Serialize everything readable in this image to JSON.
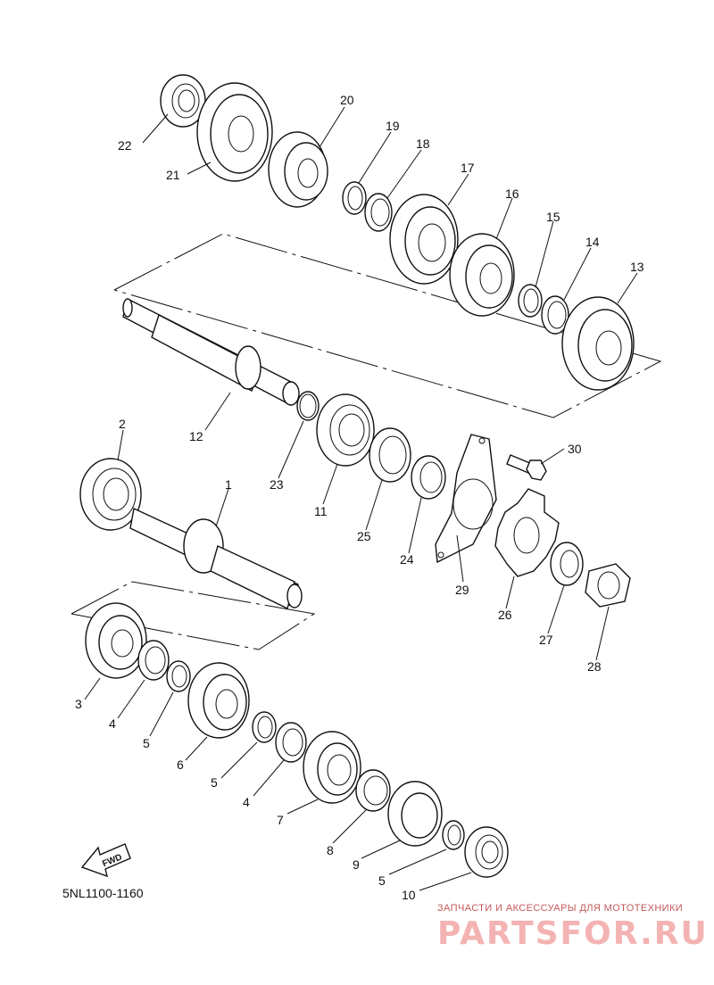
{
  "diagram": {
    "code": "5NL1100-1160",
    "direction_label": "FWD",
    "watermark": {
      "tagline": "ЗАПЧАСТИ И АКСЕССУАРЫ ДЛЯ МОТОТЕХНИКИ",
      "brand": "PARTSFOR.RU"
    },
    "labels": {
      "p1": "1",
      "p2": "2",
      "p3": "3",
      "p4a": "4",
      "p4b": "4",
      "p5a": "5",
      "p5b": "5",
      "p5c": "5",
      "p6": "6",
      "p7": "7",
      "p8": "8",
      "p9": "9",
      "p10": "10",
      "p11": "11",
      "p12": "12",
      "p13": "13",
      "p14": "14",
      "p15": "15",
      "p16": "16",
      "p17": "17",
      "p18": "18",
      "p19": "19",
      "p20": "20",
      "p21": "21",
      "p22": "22",
      "p23": "23",
      "p24": "24",
      "p25": "25",
      "p26": "26",
      "p27": "27",
      "p28": "28",
      "p29": "29",
      "p30": "30"
    }
  }
}
